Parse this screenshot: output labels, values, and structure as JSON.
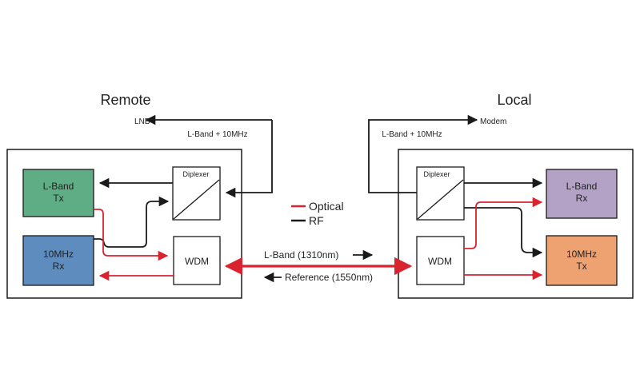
{
  "remote": {
    "title": "Remote",
    "lnb_label": "LNB",
    "lband_10mhz_label": "L-Band + 10MHz",
    "diplexer_label": "Diplexer",
    "wdm_label": "WDM",
    "lband_tx": {
      "line1": "L-Band",
      "line2": "Tx",
      "color": "#5fad84"
    },
    "mhz10_rx": {
      "line1": "10MHz",
      "line2": "Rx",
      "color": "#5e8cbf"
    }
  },
  "local": {
    "title": "Local",
    "modem_label": "Modem",
    "lband_10mhz_label": "L-Band + 10MHz",
    "diplexer_label": "Diplexer",
    "wdm_label": "WDM",
    "lband_rx": {
      "line1": "L-Band",
      "line2": "Rx",
      "color": "#b3a2c6"
    },
    "mhz10_tx": {
      "line1": "10MHz",
      "line2": "Tx",
      "color": "#eea272"
    }
  },
  "link": {
    "forward_label": "L-Band (1310nm)",
    "reverse_label": "Reference (1550nm)"
  },
  "legend": {
    "optical_label": "Optical",
    "rf_label": "RF",
    "optical_color": "#d9232f",
    "rf_color": "#1a1a1a"
  }
}
